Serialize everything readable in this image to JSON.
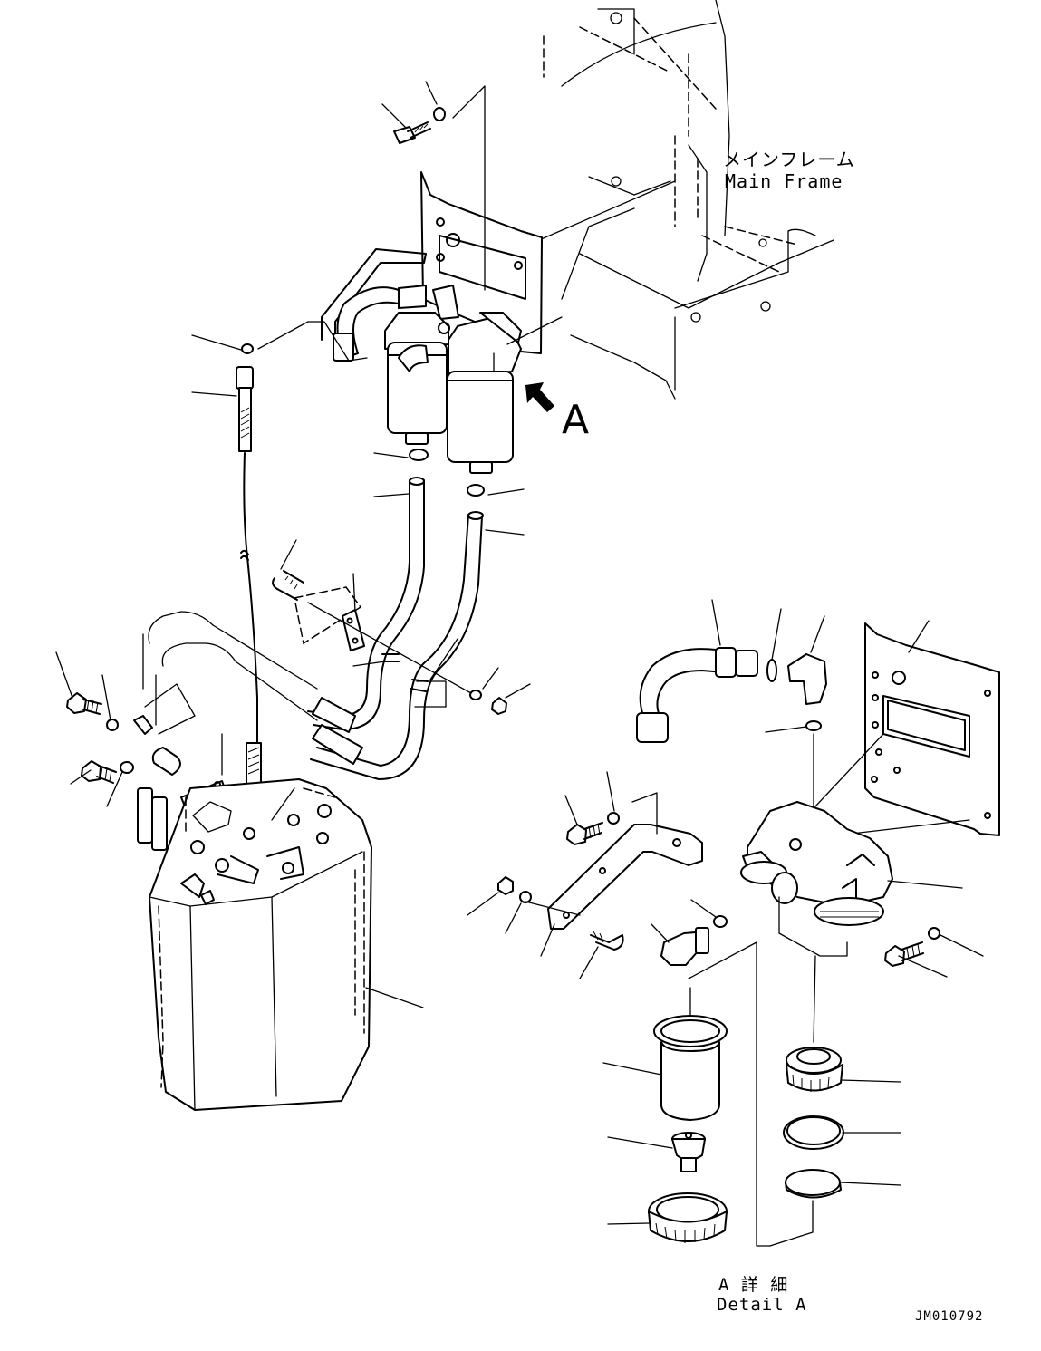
{
  "labels": {
    "main_frame_jp": "メインフレーム",
    "main_frame_en": "Main Frame",
    "view_arrow": "A",
    "detail_jp": "A 詳 細",
    "detail_en": "Detail A",
    "drawing_number": "JM010792"
  }
}
